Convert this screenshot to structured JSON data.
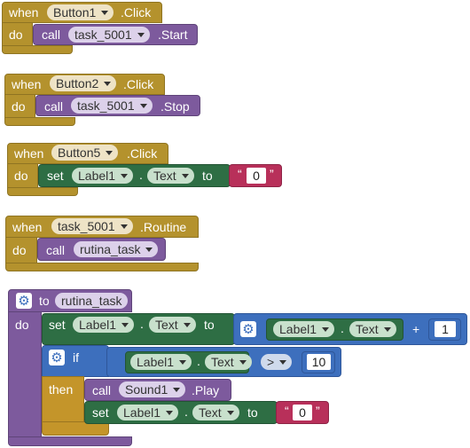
{
  "blocks": {
    "b1": {
      "when": "when",
      "component": "Button1",
      "event": ".Click",
      "do": "do",
      "call": "call",
      "target": "task_5001",
      "method": ".Start"
    },
    "b2": {
      "when": "when",
      "component": "Button2",
      "event": ".Click",
      "do": "do",
      "call": "call",
      "target": "task_5001",
      "method": ".Stop"
    },
    "b3": {
      "when": "when",
      "component": "Button5",
      "event": ".Click",
      "do": "do",
      "set": "set",
      "object": "Label1",
      "dot": ".",
      "property": "Text",
      "to": "to",
      "open_quote": "“",
      "value": "0",
      "close_quote": "”"
    },
    "b4": {
      "when": "when",
      "component": "task_5001",
      "event": ".Routine",
      "do": "do",
      "call": "call",
      "target": "rutina_task"
    },
    "b5": {
      "to": "to",
      "name": "rutina_task",
      "do": "do",
      "set1": {
        "set": "set",
        "object": "Label1",
        "dot": ".",
        "property": "Text",
        "to": "to",
        "get_object": "Label1",
        "get_dot": ".",
        "get_property": "Text",
        "plus": "+",
        "num": "1"
      },
      "if": {
        "if": "if",
        "object": "Label1",
        "dot": ".",
        "property": "Text",
        "op": ">",
        "num": "10"
      },
      "then": "then",
      "call": {
        "call": "call",
        "target": "Sound1",
        "method": ".Play"
      },
      "set2": {
        "set": "set",
        "object": "Label1",
        "dot": ".",
        "property": "Text",
        "to": "to",
        "open_quote": "“",
        "value": "0",
        "close_quote": "”"
      }
    }
  }
}
